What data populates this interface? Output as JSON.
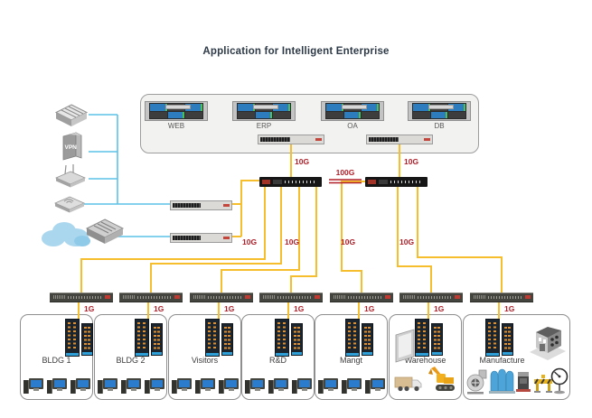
{
  "title": "Application for Intelligent Enterprise",
  "server_farm": {
    "servers": [
      {
        "label": "WEB"
      },
      {
        "label": "ERP"
      },
      {
        "label": "OA"
      },
      {
        "label": "DB"
      }
    ]
  },
  "link_labels": {
    "uplink": "10G",
    "interlink": "100G",
    "access": "1G"
  },
  "left_devices": {
    "vpn_label": "VPN",
    "icons": [
      "network-switch-icon",
      "vpn-gateway-icon",
      "wireless-router-icon",
      "access-point-icon",
      "internet-cloud-icon",
      "edge-router-icon"
    ]
  },
  "sections": [
    {
      "label": "BLDG 1",
      "equipment": [
        "industrial-switch-icon",
        "desktop-computer-icon"
      ]
    },
    {
      "label": "BLDG 2",
      "equipment": [
        "industrial-switch-icon",
        "desktop-computer-icon"
      ]
    },
    {
      "label": "Visitors",
      "equipment": [
        "industrial-switch-icon",
        "desktop-computer-icon"
      ]
    },
    {
      "label": "R&D",
      "equipment": [
        "industrial-switch-icon",
        "desktop-computer-icon"
      ]
    },
    {
      "label": "Mangt",
      "equipment": [
        "industrial-switch-icon",
        "desktop-computer-icon"
      ]
    },
    {
      "label": "Warehouse",
      "equipment": [
        "industrial-switch-icon",
        "panel-icon",
        "truck-icon",
        "excavator-icon"
      ]
    },
    {
      "label": "Manufacture",
      "equipment": [
        "industrial-switch-icon",
        "factory-icon",
        "blower-icon",
        "silos-icon",
        "machine-icon",
        "barrier-icon",
        "gauge-icon"
      ]
    }
  ],
  "colors": {
    "line_yellow": "#F6BE2C",
    "line_blue": "#5BC2E9",
    "label_red": "#B01E28",
    "title": "#2E3A47"
  }
}
